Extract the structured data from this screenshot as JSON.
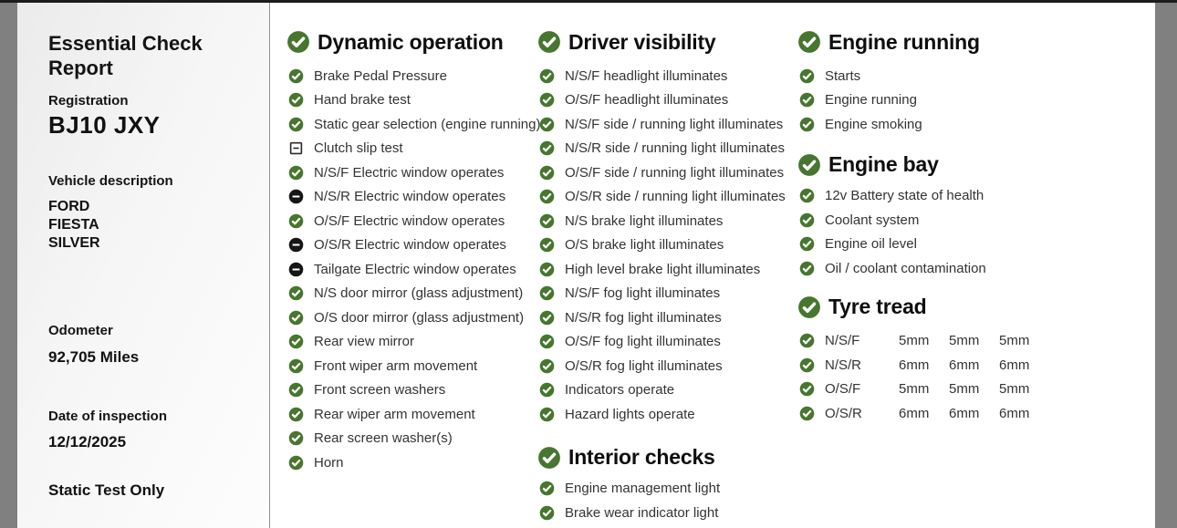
{
  "theme": {
    "accent_green": "#47762f",
    "icon_black": "#161616",
    "gutter_gray": "#808080",
    "divider_gray": "#8f8f8f",
    "top_edge": "#1c1c1c"
  },
  "sidebar": {
    "title": "Essential Check Report",
    "registration_label": "Registration",
    "registration_value": "BJ10 JXY",
    "vehicle_description_label": "Vehicle description",
    "vehicle_make": "FORD",
    "vehicle_model": "FIESTA",
    "vehicle_colour": "SILVER",
    "odometer_label": "Odometer",
    "odometer_value": "92,705 Miles",
    "inspection_date_label": "Date of inspection",
    "inspection_date_value": "12/12/2025",
    "test_type": "Static Test Only"
  },
  "checklist": {
    "columns": [
      {
        "sections": [
          {
            "title": "Dynamic operation",
            "items": [
              {
                "label": "Brake Pedal Pressure",
                "status": "pass",
                "icon": "check"
              },
              {
                "label": "Hand brake test",
                "status": "pass",
                "icon": "check"
              },
              {
                "label": "Static gear selection (engine running)",
                "status": "pass",
                "icon": "check"
              },
              {
                "label": "Clutch slip test",
                "status": "not-applicable",
                "icon": "minus-square"
              },
              {
                "label": "N/S/F Electric window operates",
                "status": "pass",
                "icon": "check"
              },
              {
                "label": "N/S/R Electric window operates",
                "status": "not-tested",
                "icon": "minus-circle"
              },
              {
                "label": "O/S/F Electric window operates",
                "status": "pass",
                "icon": "check"
              },
              {
                "label": "O/S/R Electric window operates",
                "status": "not-tested",
                "icon": "minus-circle"
              },
              {
                "label": "Tailgate Electric window operates",
                "status": "not-tested",
                "icon": "minus-circle"
              },
              {
                "label": "N/S door mirror (glass adjustment)",
                "status": "pass",
                "icon": "check"
              },
              {
                "label": "O/S door mirror (glass adjustment)",
                "status": "pass",
                "icon": "check"
              },
              {
                "label": "Rear view mirror",
                "status": "pass",
                "icon": "check"
              },
              {
                "label": "Front wiper arm movement",
                "status": "pass",
                "icon": "check"
              },
              {
                "label": "Front screen washers",
                "status": "pass",
                "icon": "check"
              },
              {
                "label": "Rear wiper arm movement",
                "status": "pass",
                "icon": "check"
              },
              {
                "label": "Rear screen washer(s)",
                "status": "pass",
                "icon": "check"
              },
              {
                "label": "Horn",
                "status": "pass",
                "icon": "check"
              }
            ]
          }
        ]
      },
      {
        "sections": [
          {
            "title": "Driver visibility",
            "items": [
              {
                "label": "N/S/F headlight illuminates",
                "status": "pass",
                "icon": "check"
              },
              {
                "label": "O/S/F headlight illuminates",
                "status": "pass",
                "icon": "check"
              },
              {
                "label": "N/S/F side / running light illuminates",
                "status": "pass",
                "icon": "check"
              },
              {
                "label": "N/S/R side / running light illuminates",
                "status": "pass",
                "icon": "check"
              },
              {
                "label": "O/S/F side / running light illuminates",
                "status": "pass",
                "icon": "check"
              },
              {
                "label": "O/S/R side / running light illuminates",
                "status": "pass",
                "icon": "check"
              },
              {
                "label": "N/S brake light illuminates",
                "status": "pass",
                "icon": "check"
              },
              {
                "label": "O/S brake light illuminates",
                "status": "pass",
                "icon": "check"
              },
              {
                "label": "High level brake light illuminates",
                "status": "pass",
                "icon": "check"
              },
              {
                "label": "N/S/F fog light illuminates",
                "status": "pass",
                "icon": "check"
              },
              {
                "label": "N/S/R fog light illuminates",
                "status": "pass",
                "icon": "check"
              },
              {
                "label": "O/S/F fog light illuminates",
                "status": "pass",
                "icon": "check"
              },
              {
                "label": "O/S/R fog light illuminates",
                "status": "pass",
                "icon": "check"
              },
              {
                "label": "Indicators operate",
                "status": "pass",
                "icon": "check"
              },
              {
                "label": "Hazard lights operate",
                "status": "pass",
                "icon": "check"
              }
            ]
          },
          {
            "title": "Interior checks",
            "items": [
              {
                "label": "Engine management light",
                "status": "pass",
                "icon": "check"
              },
              {
                "label": "Brake wear indicator light",
                "status": "pass",
                "icon": "check"
              },
              {
                "label": "",
                "status": "pass",
                "icon": "check",
                "partial_cut_off": true
              }
            ]
          }
        ]
      },
      {
        "sections": [
          {
            "title": "Engine running",
            "items": [
              {
                "label": "Starts",
                "status": "pass",
                "icon": "check"
              },
              {
                "label": "Engine running",
                "status": "pass",
                "icon": "check"
              },
              {
                "label": "Engine smoking",
                "status": "pass",
                "icon": "check"
              }
            ]
          },
          {
            "title": "Engine bay",
            "items": [
              {
                "label": "12v Battery state of health",
                "status": "pass",
                "icon": "check"
              },
              {
                "label": "Coolant system",
                "status": "pass",
                "icon": "check"
              },
              {
                "label": "Engine oil level",
                "status": "pass",
                "icon": "check"
              },
              {
                "label": "Oil / coolant contamination",
                "status": "pass",
                "icon": "check"
              }
            ]
          },
          {
            "title": "Tyre tread",
            "items": [
              {
                "label": "N/S/F",
                "status": "pass",
                "icon": "check",
                "values": [
                  "5mm",
                  "5mm",
                  "5mm"
                ]
              },
              {
                "label": "N/S/R",
                "status": "pass",
                "icon": "check",
                "values": [
                  "6mm",
                  "6mm",
                  "6mm"
                ]
              },
              {
                "label": "O/S/F",
                "status": "pass",
                "icon": "check",
                "values": [
                  "5mm",
                  "5mm",
                  "5mm"
                ]
              },
              {
                "label": "O/S/R",
                "status": "pass",
                "icon": "check",
                "values": [
                  "6mm",
                  "6mm",
                  "6mm"
                ]
              }
            ]
          }
        ]
      }
    ]
  }
}
